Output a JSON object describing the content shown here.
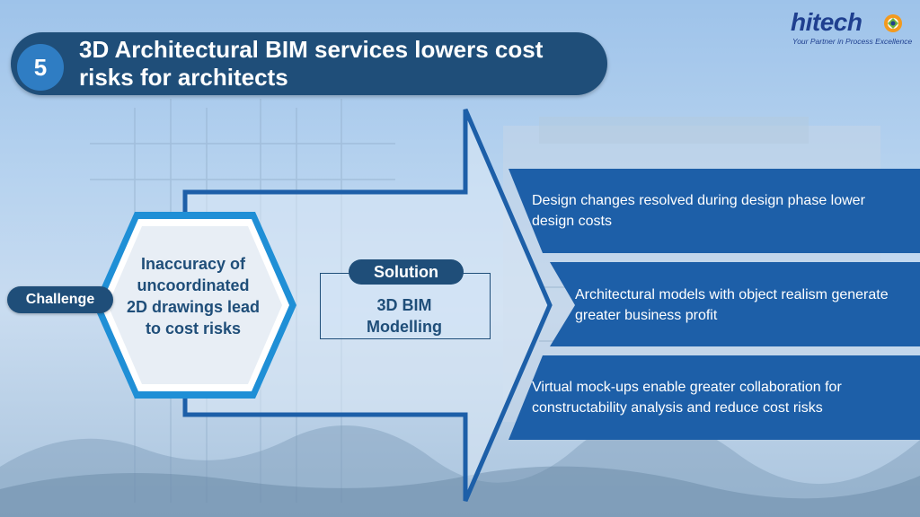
{
  "step_number": "5",
  "title": "3D Architectural BIM services lowers cost risks for architects",
  "logo": {
    "word": "hitech",
    "tagline": "Your Partner in Process Excellence",
    "mark_icon": "hitech-gear-logo-icon"
  },
  "challenge": {
    "label": "Challenge",
    "text": "Inaccuracy of uncoordinated 2D drawings lead to cost risks"
  },
  "solution": {
    "label": "Solution",
    "text": "3D BIM Modelling"
  },
  "benefits": [
    "Design changes resolved during design phase lower design costs",
    "Architectural models with object realism generate greater business profit",
    "Virtual mock-ups enable greater collaboration for constructability analysis and reduce cost risks"
  ],
  "colors": {
    "navy": "#1f4e79",
    "accent_blue": "#2f7dc3",
    "panel_blue": "#1d5fa8",
    "hex_outer": "#1f8fd6",
    "logo_orange": "#f39a1e",
    "logo_green": "#6cb33f"
  }
}
